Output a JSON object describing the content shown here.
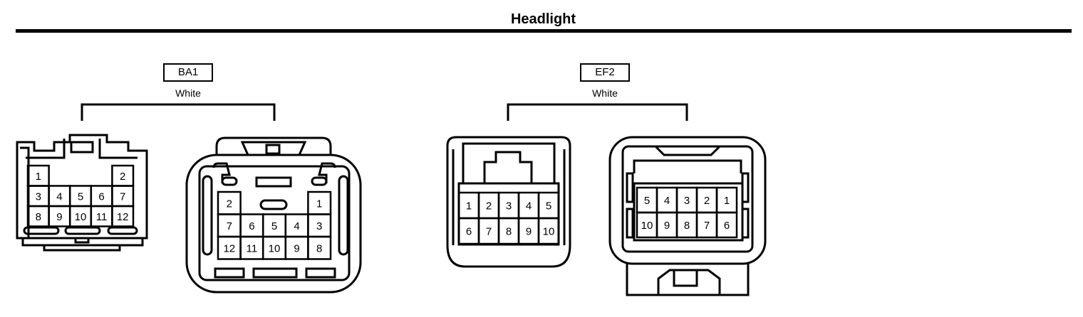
{
  "title": "Headlight",
  "connectors": [
    {
      "id": "BA1",
      "color": "White",
      "views": [
        {
          "rows": [
            [
              {
                "pin": "1",
                "span": 1
              },
              {
                "gap": 3
              },
              {
                "pin": "2",
                "span": 1
              }
            ],
            [
              {
                "pin": "3",
                "span": 1
              },
              {
                "pin": "4",
                "span": 1
              },
              {
                "pin": "5",
                "span": 1
              },
              {
                "pin": "6",
                "span": 1
              },
              {
                "pin": "7",
                "span": 1
              }
            ],
            [
              {
                "pin": "8",
                "span": 1
              },
              {
                "pin": "9",
                "span": 1
              },
              {
                "pin": "10",
                "span": 1
              },
              {
                "pin": "11",
                "span": 1
              },
              {
                "pin": "12",
                "span": 1
              }
            ]
          ]
        },
        {
          "rows": [
            [
              {
                "pin": "2",
                "span": 1
              },
              {
                "gap": 3
              },
              {
                "pin": "1",
                "span": 1
              }
            ],
            [
              {
                "pin": "7",
                "span": 1
              },
              {
                "pin": "6",
                "span": 1
              },
              {
                "pin": "5",
                "span": 1
              },
              {
                "pin": "4",
                "span": 1
              },
              {
                "pin": "3",
                "span": 1
              }
            ],
            [
              {
                "pin": "12",
                "span": 1
              },
              {
                "pin": "11",
                "span": 1
              },
              {
                "pin": "10",
                "span": 1
              },
              {
                "pin": "9",
                "span": 1
              },
              {
                "pin": "8",
                "span": 1
              }
            ]
          ]
        }
      ]
    },
    {
      "id": "EF2",
      "color": "White",
      "views": [
        {
          "rows": [
            [
              {
                "pin": "1",
                "span": 1
              },
              {
                "pin": "2",
                "span": 1
              },
              {
                "pin": "3",
                "span": 1
              },
              {
                "pin": "4",
                "span": 1
              },
              {
                "pin": "5",
                "span": 1
              }
            ],
            [
              {
                "pin": "6",
                "span": 1
              },
              {
                "pin": "7",
                "span": 1
              },
              {
                "pin": "8",
                "span": 1
              },
              {
                "pin": "9",
                "span": 1
              },
              {
                "pin": "10",
                "span": 1
              }
            ]
          ]
        },
        {
          "rows": [
            [
              {
                "pin": "5",
                "span": 1
              },
              {
                "pin": "4",
                "span": 1
              },
              {
                "pin": "3",
                "span": 1
              },
              {
                "pin": "2",
                "span": 1
              },
              {
                "pin": "1",
                "span": 1
              }
            ],
            [
              {
                "pin": "10",
                "span": 1
              },
              {
                "pin": "9",
                "span": 1
              },
              {
                "pin": "8",
                "span": 1
              },
              {
                "pin": "7",
                "span": 1
              },
              {
                "pin": "6",
                "span": 1
              }
            ]
          ]
        }
      ]
    }
  ]
}
